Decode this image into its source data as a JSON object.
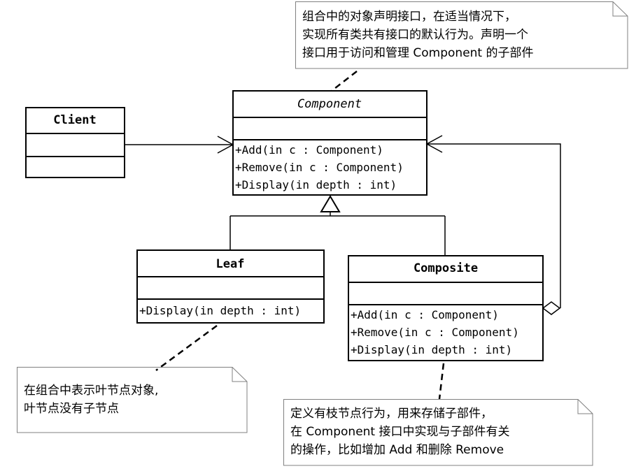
{
  "classes": {
    "client": {
      "name": "Client",
      "operations": []
    },
    "component": {
      "name": "Component",
      "operations": [
        "+Add(in c : Component)",
        "+Remove(in c : Component)",
        "+Display(in depth : int)"
      ]
    },
    "leaf": {
      "name": "Leaf",
      "operations": [
        "+Display(in depth : int)"
      ]
    },
    "composite": {
      "name": "Composite",
      "operations": [
        "+Add(in c : Component)",
        "+Remove(in c : Component)",
        "+Display(in depth : int)"
      ]
    }
  },
  "notes": {
    "component_note": {
      "lines": [
        "组合中的对象声明接口，在适当情况下，",
        "实现所有类共有接口的默认行为。声明一个",
        "接口用于访问和管理 Component 的子部件"
      ]
    },
    "leaf_note": {
      "lines": [
        "在组合中表示叶节点对象,",
        "叶节点没有子节点"
      ]
    },
    "composite_note": {
      "lines": [
        "定义有枝节点行为，用来存储子部件，",
        "在 Component 接口中实现与子部件有关",
        "的操作，比如增加 Add 和删除 Remove"
      ]
    }
  }
}
